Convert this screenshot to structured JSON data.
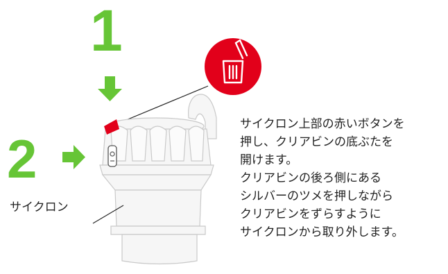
{
  "steps": {
    "one": "1",
    "two": "2"
  },
  "label": {
    "cyclone": "サイクロン"
  },
  "instructions": [
    "サイクロン上部の赤いボタンを",
    "押し、クリアビンの底ぶたを",
    "開けます。",
    "クリアビンの後ろ側にある",
    "シルバーのツメを押しながら",
    "クリアビンをずらすように",
    "サイクロンから取り外します。"
  ],
  "colors": {
    "accent_green": "#66c536",
    "release_red": "#e2001a",
    "outline_gray": "#c9c9c9",
    "body_fill": "#f6f6f6"
  },
  "icons": [
    "trash-bin-icon",
    "down-arrow-icon",
    "right-arrow-icon",
    "catch-icon"
  ]
}
